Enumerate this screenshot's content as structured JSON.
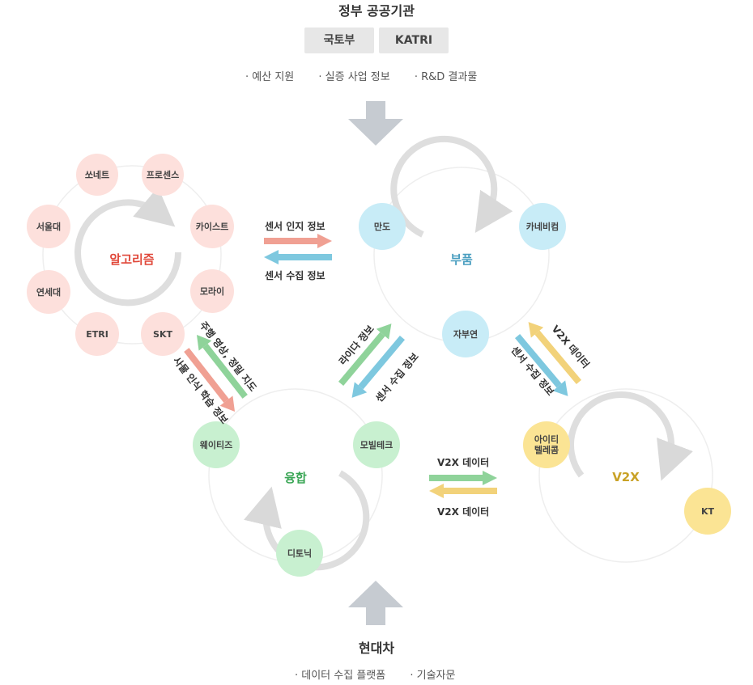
{
  "top": {
    "title": "정부 공공기관",
    "pills": [
      "국토부",
      "KATRI"
    ],
    "bullets": [
      "· 예산 지원",
      "· 실증 사업 정보",
      "· R&D 결과물"
    ]
  },
  "bottom": {
    "title": "현대차",
    "bullets": [
      "· 데이터 수집 플랫폼",
      "· 기술자문"
    ]
  },
  "clusters": {
    "algorithm": {
      "label": "알고리즘",
      "nodes": [
        "쏘네트",
        "프로센스",
        "카이스트",
        "모라이",
        "SKT",
        "ETRI",
        "연세대",
        "서울대"
      ]
    },
    "parts": {
      "label": "부품",
      "nodes": [
        "만도",
        "카네비컴",
        "자부연"
      ]
    },
    "fusion": {
      "label": "융합",
      "nodes": [
        "웨이티즈",
        "모빌테크",
        "디토닉"
      ]
    },
    "v2x": {
      "label": "V2X",
      "nodes": [
        "아이티\n텔레콤",
        "KT"
      ]
    }
  },
  "flows": {
    "algo_parts_top": "센서 인지 정보",
    "algo_parts_bottom": "센서 수집 정보",
    "algo_fusion_1": "주행 영상, 정밀 지도",
    "algo_fusion_2": "사물 인식 학습 정보",
    "parts_fusion_1": "라이다 정보",
    "parts_fusion_2": "센서 수집 정보",
    "parts_v2x_1": "V2X 데이터",
    "parts_v2x_2": "센서 수집 정보",
    "fusion_v2x_top": "V2X 데이터",
    "fusion_v2x_bottom": "V2X 데이터"
  },
  "colors": {
    "red": "#e0483a",
    "blue": "#4a9ec0",
    "green": "#3aa655",
    "yellow": "#c9a227",
    "arrow_red": "#f0a093",
    "arrow_blue": "#7ec8df",
    "arrow_green": "#8fd39a",
    "arrow_yellow": "#f2d27a",
    "big_arrow": "#c6cbd1"
  }
}
